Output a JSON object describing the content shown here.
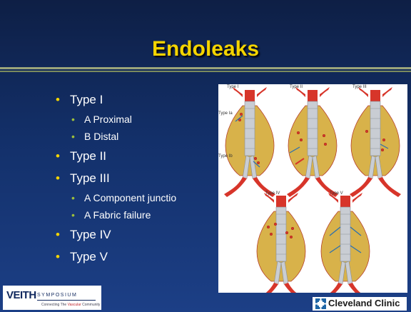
{
  "slide": {
    "title": "Endoleaks",
    "colors": {
      "background": "#13306a",
      "title": "#f4d400",
      "level1_bullet": "#f4d400",
      "level2_bullet": "#9dbf3c"
    },
    "bullets": [
      {
        "text": "Type I",
        "children": [
          {
            "text": "A Proximal"
          },
          {
            "text": "B Distal"
          }
        ]
      },
      {
        "text": "Type II",
        "children": []
      },
      {
        "text": "Type III",
        "children": [
          {
            "text": "A Component junctio"
          },
          {
            "text": "A Fabric failure"
          }
        ]
      },
      {
        "text": "Type IV",
        "children": []
      },
      {
        "text": "Type V",
        "children": []
      }
    ]
  },
  "figure": {
    "panel_labels": [
      "Type I",
      "Type II",
      "Type III",
      "Type IV",
      "Type V"
    ],
    "sub_labels": [
      "Type Ia",
      "Type Ib"
    ]
  },
  "footer": {
    "veith": {
      "main": "VEITH",
      "symposium": "SYMPOSIUM",
      "tagline_prefix": "Connecting The ",
      "tagline_highlight": "Vascular",
      "tagline_suffix": " Community"
    },
    "clinic": {
      "text": "Cleveland Clinic",
      "cross_color": "#1f66a6"
    }
  }
}
